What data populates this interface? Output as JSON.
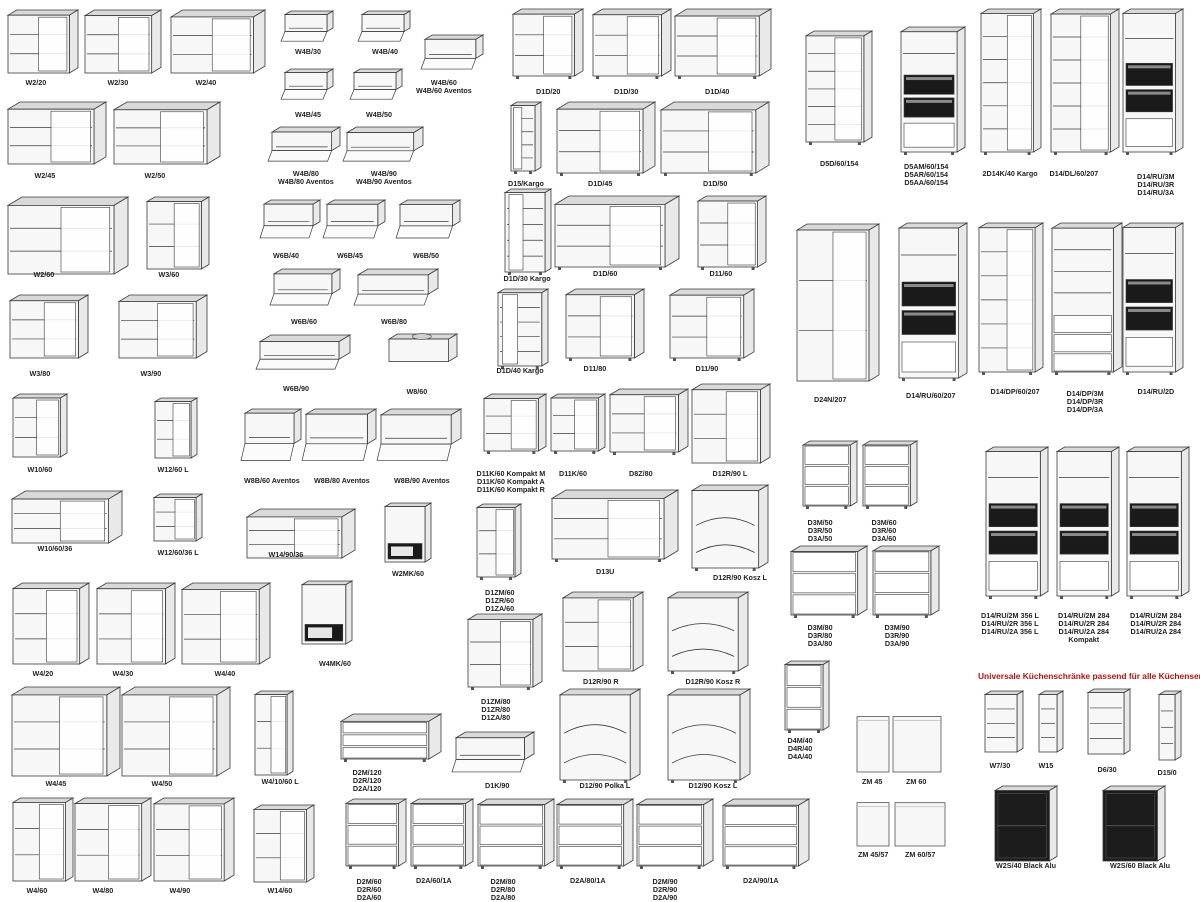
{
  "heading": "Universale Küchenschränke passend für alle Küchenserien",
  "colors": {
    "line": "#3a3a3a",
    "panel": "#f7f7f7",
    "shade": "#d9d9d9",
    "oven": "#1a1a1a",
    "heading": "#b01414",
    "black_alu": "#1c1c1c"
  },
  "cabinets": [
    {
      "id": "w2-20",
      "labels": [
        "W2/20"
      ],
      "type": "wall-open"
    },
    {
      "id": "w2-30",
      "labels": [
        "W2/30"
      ],
      "type": "wall-open"
    },
    {
      "id": "w2-40",
      "labels": [
        "W2/40"
      ],
      "type": "wall-open"
    },
    {
      "id": "w2-45",
      "labels": [
        "W2/45"
      ],
      "type": "wall-open"
    },
    {
      "id": "w2-50",
      "labels": [
        "W2/50"
      ],
      "type": "wall-open"
    },
    {
      "id": "w2-60",
      "labels": [
        "W2/60"
      ],
      "type": "wall-open"
    },
    {
      "id": "w3-60",
      "labels": [
        "W3/60"
      ],
      "type": "wall-open"
    },
    {
      "id": "w3-80",
      "labels": [
        "W3/80"
      ],
      "type": "wall-open"
    },
    {
      "id": "w3-90",
      "labels": [
        "W3/90"
      ],
      "type": "wall-open"
    },
    {
      "id": "w10-60",
      "labels": [
        "W10/60"
      ],
      "type": "corner"
    },
    {
      "id": "w12-60-l",
      "labels": [
        "W12/60 L"
      ],
      "type": "corner"
    },
    {
      "id": "w10-60-36",
      "labels": [
        "W10/60/36"
      ],
      "type": "corner"
    },
    {
      "id": "w12-60-36-l",
      "labels": [
        "W12/60/36 L"
      ],
      "type": "corner"
    },
    {
      "id": "w4-20",
      "labels": [
        "W4/20"
      ],
      "type": "wall-open"
    },
    {
      "id": "w4-30",
      "labels": [
        "W4/30"
      ],
      "type": "wall-open"
    },
    {
      "id": "w4-40",
      "labels": [
        "W4/40"
      ],
      "type": "wall-open"
    },
    {
      "id": "w4-45",
      "labels": [
        "W4/45"
      ],
      "type": "wall-open"
    },
    {
      "id": "w4-50",
      "labels": [
        "W4/50"
      ],
      "type": "wall-open"
    },
    {
      "id": "w4-10-60-l",
      "labels": [
        "W4/10/60 L"
      ],
      "type": "corner"
    },
    {
      "id": "w4-60",
      "labels": [
        "W4/60"
      ],
      "type": "wall-open"
    },
    {
      "id": "w4-80",
      "labels": [
        "W4/80"
      ],
      "type": "wall-open"
    },
    {
      "id": "w4-90",
      "labels": [
        "W4/90"
      ],
      "type": "wall-open"
    },
    {
      "id": "w14-60",
      "labels": [
        "W14/60"
      ],
      "type": "corner"
    },
    {
      "id": "w4b-30",
      "labels": [
        "W4B/30"
      ],
      "type": "flap"
    },
    {
      "id": "w4b-40",
      "labels": [
        "W4B/40"
      ],
      "type": "flap"
    },
    {
      "id": "w4b-60",
      "labels": [
        "W4B/60",
        "W4B/60 Aventos"
      ],
      "type": "flap"
    },
    {
      "id": "w4b-45",
      "labels": [
        "W4B/45"
      ],
      "type": "flap"
    },
    {
      "id": "w4b-50",
      "labels": [
        "W4B/50"
      ],
      "type": "flap"
    },
    {
      "id": "w4b-80",
      "labels": [
        "W4B/80",
        "W4B/80 Aventos"
      ],
      "type": "flap"
    },
    {
      "id": "w4b-90",
      "labels": [
        "W4B/90",
        "W4B/90 Aventos"
      ],
      "type": "flap"
    },
    {
      "id": "w6b-40",
      "labels": [
        "W6B/40"
      ],
      "type": "flap"
    },
    {
      "id": "w6b-45",
      "labels": [
        "W6B/45"
      ],
      "type": "flap"
    },
    {
      "id": "w6b-50",
      "labels": [
        "W6B/50"
      ],
      "type": "flap"
    },
    {
      "id": "w6b-60",
      "labels": [
        "W6B/60"
      ],
      "type": "flap"
    },
    {
      "id": "w6b-80",
      "labels": [
        "W6B/80"
      ],
      "type": "flap"
    },
    {
      "id": "w6b-90",
      "labels": [
        "W6B/90"
      ],
      "type": "flap"
    },
    {
      "id": "w8-60",
      "labels": [
        "W8/60"
      ],
      "type": "hood"
    },
    {
      "id": "w8b-60",
      "labels": [
        "W8B/60 Aventos"
      ],
      "type": "flap"
    },
    {
      "id": "w8b-80",
      "labels": [
        "W8B/80 Aventos"
      ],
      "type": "flap"
    },
    {
      "id": "w8b-90",
      "labels": [
        "W8B/90 Aventos"
      ],
      "type": "flap"
    },
    {
      "id": "w14-90-36",
      "labels": [
        "W14/90/36"
      ],
      "type": "corner"
    },
    {
      "id": "w2mk-60",
      "labels": [
        "W2MK/60"
      ],
      "type": "microwave"
    },
    {
      "id": "w4mk-60",
      "labels": [
        "W4MK/60"
      ],
      "type": "microwave"
    },
    {
      "id": "d1d-20",
      "labels": [
        "D1D/20"
      ],
      "type": "base-open"
    },
    {
      "id": "d1d-30",
      "labels": [
        "D1D/30"
      ],
      "type": "base-open"
    },
    {
      "id": "d1d-40",
      "labels": [
        "D1D/40"
      ],
      "type": "base-open"
    },
    {
      "id": "d15-kargo",
      "labels": [
        "D15/Kargo"
      ],
      "type": "kargo"
    },
    {
      "id": "d1d-45",
      "labels": [
        "D1D/45"
      ],
      "type": "base-open"
    },
    {
      "id": "d1d-50",
      "labels": [
        "D1D/50"
      ],
      "type": "base-open"
    },
    {
      "id": "d1d-30-kargo",
      "labels": [
        "D1D/30 Kargo"
      ],
      "type": "kargo"
    },
    {
      "id": "d1d-60",
      "labels": [
        "D1D/60"
      ],
      "type": "base-open"
    },
    {
      "id": "d11-60",
      "labels": [
        "D11/60"
      ],
      "type": "base-open"
    },
    {
      "id": "d1d-40-kargo",
      "labels": [
        "D1D/40 Kargo"
      ],
      "type": "kargo"
    },
    {
      "id": "d11-80",
      "labels": [
        "D11/80"
      ],
      "type": "base-open"
    },
    {
      "id": "d11-90",
      "labels": [
        "D11/90"
      ],
      "type": "base-open"
    },
    {
      "id": "d11k-60",
      "labels": [
        "D11K/60 Kompakt M",
        "D11K/60 Kompakt A",
        "D11K/60 Kompakt R"
      ],
      "type": "base-open"
    },
    {
      "id": "d11k-60-b",
      "labels": [
        "D11K/60"
      ],
      "type": "base-open"
    },
    {
      "id": "d8z-80",
      "labels": [
        "D8Z/80"
      ],
      "type": "sink"
    },
    {
      "id": "d12r-90-l",
      "labels": [
        "D12R/90 L"
      ],
      "type": "corner"
    },
    {
      "id": "d1zm-60",
      "labels": [
        "D1ZM/60",
        "D1ZR/60",
        "D1ZA/60"
      ],
      "type": "base-door"
    },
    {
      "id": "d13u",
      "labels": [
        "D13U"
      ],
      "type": "base-open"
    },
    {
      "id": "d12r-90-kosz-l",
      "labels": [
        "D12R/90 Kosz L"
      ],
      "type": "carousel"
    },
    {
      "id": "d1zm-80",
      "labels": [
        "D1ZM/80",
        "D1ZR/80",
        "D1ZA/80"
      ],
      "type": "base-door"
    },
    {
      "id": "d12r-90-r",
      "labels": [
        "D12R/90 R"
      ],
      "type": "corner"
    },
    {
      "id": "d12r-90-kosz-r",
      "labels": [
        "D12R/90 Kosz R"
      ],
      "type": "carousel"
    },
    {
      "id": "d1k-90",
      "labels": [
        "D1K/90"
      ],
      "type": "flap"
    },
    {
      "id": "d12-90-polka-l",
      "labels": [
        "D12/90 Polka L"
      ],
      "type": "carousel"
    },
    {
      "id": "d12-90-kosz-l",
      "labels": [
        "D12/90 Kosz L"
      ],
      "type": "carousel"
    },
    {
      "id": "d2m-120",
      "labels": [
        "D2M/120",
        "D2R/120",
        "D2A/120"
      ],
      "type": "drawers"
    },
    {
      "id": "d2m-60",
      "labels": [
        "D2M/60",
        "D2R/60",
        "D2A/60"
      ],
      "type": "drawers"
    },
    {
      "id": "d2a-60-1a",
      "labels": [
        "D2A/60/1A"
      ],
      "type": "drawers"
    },
    {
      "id": "d2m-80",
      "labels": [
        "D2M/80",
        "D2R/80",
        "D2A/80"
      ],
      "type": "drawers"
    },
    {
      "id": "d2a-80-1a",
      "labels": [
        "D2A/80/1A"
      ],
      "type": "drawers"
    },
    {
      "id": "d2m-90",
      "labels": [
        "D2M/90",
        "D2R/90",
        "D2A/90"
      ],
      "type": "drawers"
    },
    {
      "id": "d2a-90-1a",
      "labels": [
        "D2A/90/1A"
      ],
      "type": "drawers"
    },
    {
      "id": "d5d-60-154",
      "labels": [
        "D5D/60/154"
      ],
      "type": "tall-open"
    },
    {
      "id": "d5am-60-154",
      "labels": [
        "D5AM/60/154",
        "D5AR/60/154",
        "D5AA/60/154"
      ],
      "type": "oven-tower"
    },
    {
      "id": "2d14k-40-kargo",
      "labels": [
        "2D14K/40 Kargo"
      ],
      "type": "tall-open"
    },
    {
      "id": "d14-dl-60-207",
      "labels": [
        "D14/DL/60/207"
      ],
      "type": "tall-open"
    },
    {
      "id": "d14-ru-3m",
      "labels": [
        "D14/RU/3M",
        "D14/RU/3R",
        "D14/RU/3A"
      ],
      "type": "oven-tower"
    },
    {
      "id": "d24n-207",
      "labels": [
        "D24N/207"
      ],
      "type": "corner"
    },
    {
      "id": "d14-ru-60-207",
      "labels": [
        "D14/RU/60/207"
      ],
      "type": "oven-tower"
    },
    {
      "id": "d14-dp-60-207",
      "labels": [
        "D14/DP/60/207"
      ],
      "type": "tall-open"
    },
    {
      "id": "d14-dp-3m",
      "labels": [
        "D14/DP/3M",
        "D14/DP/3R",
        "D14/DP/3A"
      ],
      "type": "tall-drawers"
    },
    {
      "id": "d14-ru-2d",
      "labels": [
        "D14/RU/2D"
      ],
      "type": "oven-tower"
    },
    {
      "id": "d3m-50",
      "labels": [
        "D3M/50",
        "D3R/50",
        "D3A/50"
      ],
      "type": "drawers"
    },
    {
      "id": "d3m-60",
      "labels": [
        "D3M/60",
        "D3R/60",
        "D3A/60"
      ],
      "type": "drawers"
    },
    {
      "id": "d3m-80",
      "labels": [
        "D3M/80",
        "D3R/80",
        "D3A/80"
      ],
      "type": "drawers"
    },
    {
      "id": "d3m-90",
      "labels": [
        "D3M/90",
        "D3R/90",
        "D3A/90"
      ],
      "type": "drawers"
    },
    {
      "id": "d4m-40",
      "labels": [
        "D4M/40",
        "D4R/40",
        "D4A/40"
      ],
      "type": "drawers"
    },
    {
      "id": "d14-ru-2m-356",
      "labels": [
        "D14/RU/2M 356 L",
        "D14/RU/2R 356 L",
        "D14/RU/2A 356 L"
      ],
      "type": "oven-tower"
    },
    {
      "id": "d14-ru-2m-284-k",
      "labels": [
        "D14/RU/2M 284",
        "D14/RU/2R 284",
        "D14/RU/2A 284",
        "Kompakt"
      ],
      "type": "oven-tower"
    },
    {
      "id": "d14-ru-2m-284",
      "labels": [
        "D14/RU/2M 284",
        "D14/RU/2R 284",
        "D14/RU/2A 284"
      ],
      "type": "oven-tower"
    },
    {
      "id": "zm-45",
      "labels": [
        "ZM 45"
      ],
      "type": "panel"
    },
    {
      "id": "zm-60",
      "labels": [
        "ZM 60"
      ],
      "type": "panel"
    },
    {
      "id": "zm-45-57",
      "labels": [
        "ZM 45/57"
      ],
      "type": "panel"
    },
    {
      "id": "zm-60-57",
      "labels": [
        "ZM 60/57"
      ],
      "type": "panel"
    },
    {
      "id": "w7-30",
      "labels": [
        "W7/30"
      ],
      "type": "shelf-end"
    },
    {
      "id": "w15",
      "labels": [
        "W15"
      ],
      "type": "shelf-end"
    },
    {
      "id": "d6-30",
      "labels": [
        "D6/30"
      ],
      "type": "shelf-end"
    },
    {
      "id": "d15-0",
      "labels": [
        "D15/0"
      ],
      "type": "shelf-end"
    },
    {
      "id": "w2s-40",
      "labels": [
        "W2S/40 Black Alu"
      ],
      "type": "black-alu"
    },
    {
      "id": "w2s-60",
      "labels": [
        "W2S/60 Black Alu"
      ],
      "type": "black-alu"
    }
  ]
}
